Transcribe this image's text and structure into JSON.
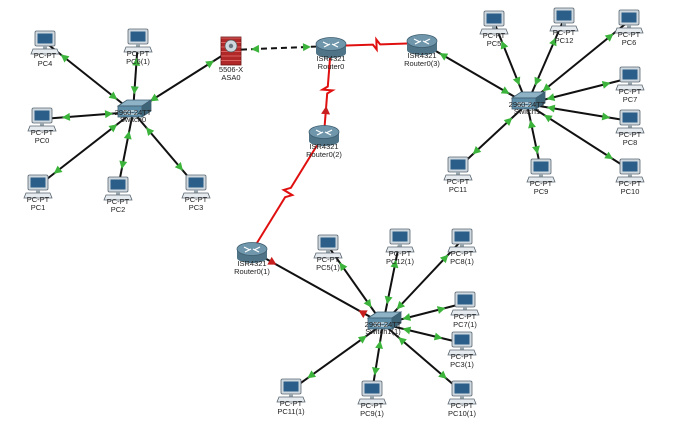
{
  "colors": {
    "ethernet": "#111111",
    "serial": "#e01010",
    "link_up": "#3cb43c",
    "link_down": "#c81e1e",
    "pc_body": "#cfd8df",
    "pc_screen": "#2b5f8a",
    "router_body": "#6f96ab",
    "switch_body": "#5f8ea8",
    "firewall_body": "#b02828"
  },
  "nodes": [
    {
      "id": "pc4",
      "type": "pc",
      "label1": "PC-PT",
      "label2": "PC4"
    },
    {
      "id": "pc6_1",
      "type": "pc",
      "label1": "PC-PT",
      "label2": "PC6(1)"
    },
    {
      "id": "pc0",
      "type": "pc",
      "label1": "PC-PT",
      "label2": "PC0"
    },
    {
      "id": "pc1",
      "type": "pc",
      "label1": "PC-PT",
      "label2": "PC1"
    },
    {
      "id": "pc2",
      "type": "pc",
      "label1": "PC-PT",
      "label2": "PC2"
    },
    {
      "id": "pc3",
      "type": "pc",
      "label1": "PC-PT",
      "label2": "PC3"
    },
    {
      "id": "switch0",
      "type": "switch",
      "label1": "2960-24TT",
      "label2": "Switch0"
    },
    {
      "id": "asa0",
      "type": "firewall",
      "label1": "5506-X",
      "label2": "ASA0"
    },
    {
      "id": "router0",
      "type": "router",
      "label1": "ISR4321",
      "label2": "Router0"
    },
    {
      "id": "router0_3",
      "type": "router",
      "label1": "ISR4321",
      "label2": "Router0(3)"
    },
    {
      "id": "router0_2",
      "type": "router",
      "label1": "ISR4321",
      "label2": "Router0(2)"
    },
    {
      "id": "router0_1",
      "type": "router",
      "label1": "ISR4321",
      "label2": "Router0(1)"
    },
    {
      "id": "switch1",
      "type": "switch",
      "label1": "2960-24TT",
      "label2": "Switch1"
    },
    {
      "id": "pc5",
      "type": "pc",
      "label1": "PC-PT",
      "label2": "PC5"
    },
    {
      "id": "pc12",
      "type": "pc",
      "label1": "PC-PT",
      "label2": "PC12"
    },
    {
      "id": "pc6",
      "type": "pc",
      "label1": "PC-PT",
      "label2": "PC6"
    },
    {
      "id": "pc7",
      "type": "pc",
      "label1": "PC-PT",
      "label2": "PC7"
    },
    {
      "id": "pc8",
      "type": "pc",
      "label1": "PC-PT",
      "label2": "PC8"
    },
    {
      "id": "pc10",
      "type": "pc",
      "label1": "PC-PT",
      "label2": "PC10"
    },
    {
      "id": "pc9",
      "type": "pc",
      "label1": "PC-PT",
      "label2": "PC9"
    },
    {
      "id": "pc11",
      "type": "pc",
      "label1": "PC-PT",
      "label2": "PC11"
    },
    {
      "id": "switch1_1",
      "type": "switch",
      "label1": "2960-24TT",
      "label2": "Switch1(1)"
    },
    {
      "id": "pc5_1",
      "type": "pc",
      "label1": "PC-PT",
      "label2": "PC5(1)"
    },
    {
      "id": "pc12_1",
      "type": "pc",
      "label1": "PC-PT",
      "label2": "PC12(1)"
    },
    {
      "id": "pc8_1",
      "type": "pc",
      "label1": "PC-PT",
      "label2": "PC8(1)"
    },
    {
      "id": "pc7_1",
      "type": "pc",
      "label1": "PC-PT",
      "label2": "PC7(1)"
    },
    {
      "id": "pc3_1",
      "type": "pc",
      "label1": "PC-PT",
      "label2": "PC3(1)"
    },
    {
      "id": "pc10_1",
      "type": "pc",
      "label1": "PC-PT",
      "label2": "PC10(1)"
    },
    {
      "id": "pc9_1",
      "type": "pc",
      "label1": "PC-PT",
      "label2": "PC9(1)"
    },
    {
      "id": "pc11_1",
      "type": "pc",
      "label1": "PC-PT",
      "label2": "PC11(1)"
    }
  ],
  "links": [
    {
      "from": "pc4",
      "to": "switch0",
      "kind": "ethernet",
      "status_a": "up",
      "status_b": "up"
    },
    {
      "from": "pc6_1",
      "to": "switch0",
      "kind": "ethernet",
      "status_a": "up",
      "status_b": "up"
    },
    {
      "from": "pc0",
      "to": "switch0",
      "kind": "ethernet",
      "status_a": "up",
      "status_b": "up"
    },
    {
      "from": "pc1",
      "to": "switch0",
      "kind": "ethernet",
      "status_a": "up",
      "status_b": "up"
    },
    {
      "from": "pc2",
      "to": "switch0",
      "kind": "ethernet",
      "status_a": "up",
      "status_b": "up"
    },
    {
      "from": "pc3",
      "to": "switch0",
      "kind": "ethernet",
      "status_a": "up",
      "status_b": "up"
    },
    {
      "from": "switch0",
      "to": "asa0",
      "kind": "ethernet",
      "status_a": "up",
      "status_b": "up"
    },
    {
      "from": "asa0",
      "to": "router0",
      "kind": "ethernet",
      "status_a": "up",
      "status_b": "up",
      "dashed": true
    },
    {
      "from": "router0",
      "to": "router0_3",
      "kind": "serial",
      "status_a": "none",
      "status_b": "none"
    },
    {
      "from": "router0",
      "to": "router0_2",
      "kind": "serial",
      "status_a": "none",
      "status_b": "down"
    },
    {
      "from": "router0_2",
      "to": "router0_1",
      "kind": "serial",
      "status_a": "none",
      "status_b": "none"
    },
    {
      "from": "router0_3",
      "to": "switch1",
      "kind": "ethernet",
      "status_a": "up",
      "status_b": "up"
    },
    {
      "from": "pc5",
      "to": "switch1",
      "kind": "ethernet",
      "status_a": "up",
      "status_b": "up"
    },
    {
      "from": "pc12",
      "to": "switch1",
      "kind": "ethernet",
      "status_a": "up",
      "status_b": "up"
    },
    {
      "from": "pc6",
      "to": "switch1",
      "kind": "ethernet",
      "status_a": "up",
      "status_b": "up"
    },
    {
      "from": "pc7",
      "to": "switch1",
      "kind": "ethernet",
      "status_a": "up",
      "status_b": "up"
    },
    {
      "from": "pc8",
      "to": "switch1",
      "kind": "ethernet",
      "status_a": "up",
      "status_b": "up"
    },
    {
      "from": "pc10",
      "to": "switch1",
      "kind": "ethernet",
      "status_a": "up",
      "status_b": "up"
    },
    {
      "from": "pc9",
      "to": "switch1",
      "kind": "ethernet",
      "status_a": "up",
      "status_b": "up"
    },
    {
      "from": "pc11",
      "to": "switch1",
      "kind": "ethernet",
      "status_a": "up",
      "status_b": "up"
    },
    {
      "from": "router0_1",
      "to": "switch1_1",
      "kind": "ethernet",
      "status_a": "down",
      "status_b": "down"
    },
    {
      "from": "pc5_1",
      "to": "switch1_1",
      "kind": "ethernet",
      "status_a": "up",
      "status_b": "up"
    },
    {
      "from": "pc12_1",
      "to": "switch1_1",
      "kind": "ethernet",
      "status_a": "up",
      "status_b": "up"
    },
    {
      "from": "pc8_1",
      "to": "switch1_1",
      "kind": "ethernet",
      "status_a": "up",
      "status_b": "up"
    },
    {
      "from": "pc7_1",
      "to": "switch1_1",
      "kind": "ethernet",
      "status_a": "up",
      "status_b": "up"
    },
    {
      "from": "pc3_1",
      "to": "switch1_1",
      "kind": "ethernet",
      "status_a": "up",
      "status_b": "up"
    },
    {
      "from": "pc10_1",
      "to": "switch1_1",
      "kind": "ethernet",
      "status_a": "up",
      "status_b": "up"
    },
    {
      "from": "pc9_1",
      "to": "switch1_1",
      "kind": "ethernet",
      "status_a": "up",
      "status_b": "up"
    },
    {
      "from": "pc11_1",
      "to": "switch1_1",
      "kind": "ethernet",
      "status_a": "up",
      "status_b": "up"
    }
  ]
}
